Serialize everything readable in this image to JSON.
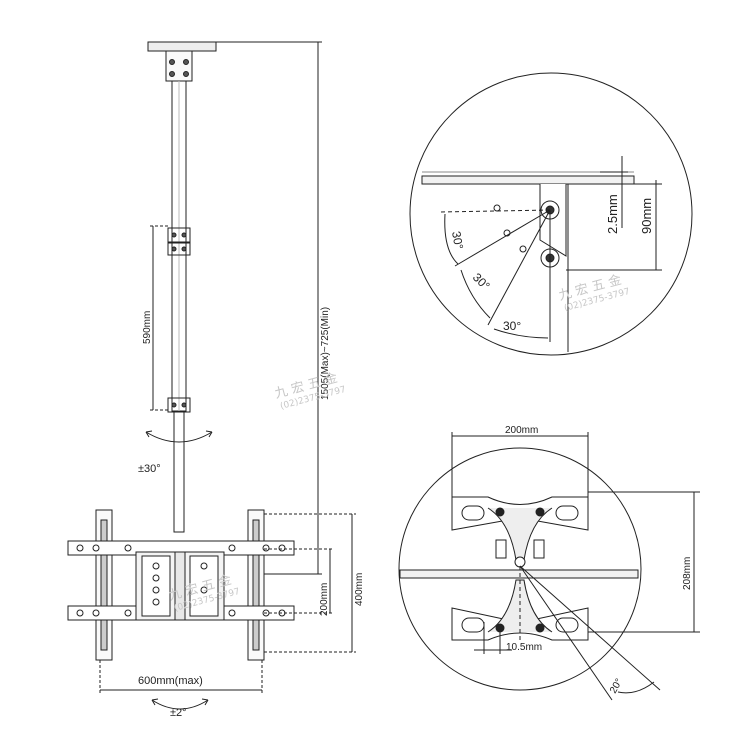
{
  "left_view": {
    "dim_pole_length": "1505(Max)~725(Min)",
    "dim_pole_adjust": "590mm",
    "swivel_pole": "±30°",
    "dim_vertical_200": "200mm",
    "dim_vertical_400": "400mm",
    "dim_width": "600mm(max)",
    "swivel_bottom": "±2°"
  },
  "top_detail": {
    "angle_1": "30°",
    "angle_2": "30°",
    "angle_3": "30°",
    "dim_small": "2.5mm",
    "dim_height": "90mm"
  },
  "bottom_detail": {
    "dim_width": "200mm",
    "dim_height": "208mm",
    "dim_hole": "10.5mm",
    "angle": "20°"
  },
  "watermark": {
    "name": "九 宏 五 金",
    "phone": "(02)2375-3797"
  }
}
